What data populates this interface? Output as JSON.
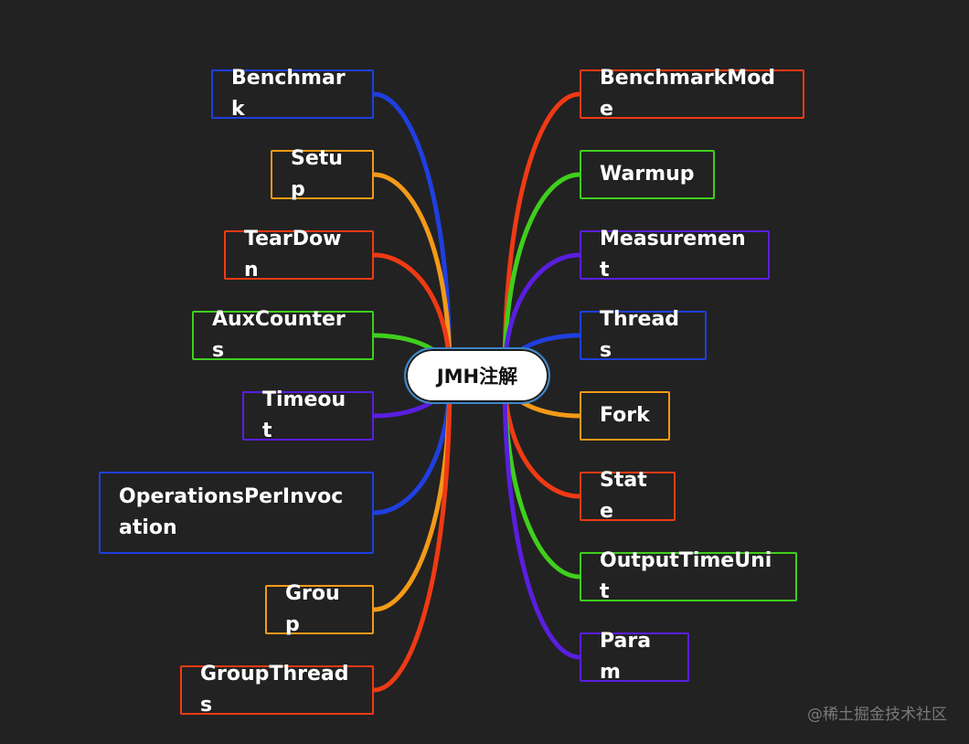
{
  "root": {
    "label": "JMH注解"
  },
  "left_nodes": [
    {
      "label": "Benchmark",
      "color": "#1f3fe0"
    },
    {
      "label": "Setup",
      "color": "#f39a17"
    },
    {
      "label": "TearDown",
      "color": "#f03a14"
    },
    {
      "label": "AuxCounters",
      "color": "#3fcf1c"
    },
    {
      "label": "Timeout",
      "color": "#5a1ee0"
    },
    {
      "label": "OperationsPerInvocation",
      "color": "#1f3fe0"
    },
    {
      "label": "Group",
      "color": "#f39a17"
    },
    {
      "label": "GroupThreads",
      "color": "#f03a14"
    }
  ],
  "right_nodes": [
    {
      "label": "BenchmarkMode",
      "color": "#f03a14"
    },
    {
      "label": "Warmup",
      "color": "#3fcf1c"
    },
    {
      "label": "Measurement",
      "color": "#5a1ee0"
    },
    {
      "label": "Threads",
      "color": "#1f3fe0"
    },
    {
      "label": "Fork",
      "color": "#f39a17"
    },
    {
      "label": "State",
      "color": "#f03a14"
    },
    {
      "label": "OutputTimeUnit",
      "color": "#3fcf1c"
    },
    {
      "label": "Param",
      "color": "#5a1ee0"
    }
  ],
  "watermark": "@稀土掘金技术社区"
}
